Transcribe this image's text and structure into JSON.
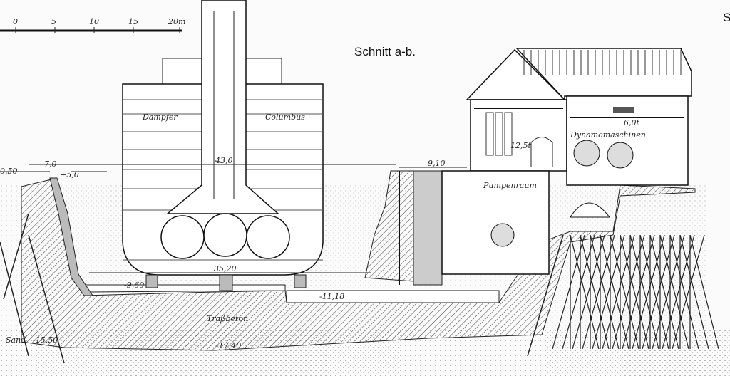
{
  "drawing": {
    "title": "Schnitt a-b.",
    "corner_mark": "S",
    "scale_bar": {
      "ticks": [
        "0",
        "5",
        "10",
        "15",
        "20m"
      ]
    },
    "ship_labels": {
      "word1": "Dampfer",
      "word2": "Columbus"
    },
    "dimensions": {
      "width_dock": "43,0",
      "ship_bottom": "35,20",
      "wall_top": "7,0",
      "right_wall": "9,10",
      "left_edge": "0,50"
    },
    "levels": {
      "top": "+5,0",
      "dock_floor": "-9,60",
      "sump": "-11,18",
      "sand": "-15,50",
      "foundation": "-17,40"
    },
    "rooms": {
      "pump_room": "Pumpenraum",
      "dynamo": "Dynamomaschinen",
      "crane_big": "12,5t",
      "crane_small": "6,0t"
    },
    "materials": {
      "concrete": "Traßbeton",
      "soil": "Sand"
    }
  }
}
